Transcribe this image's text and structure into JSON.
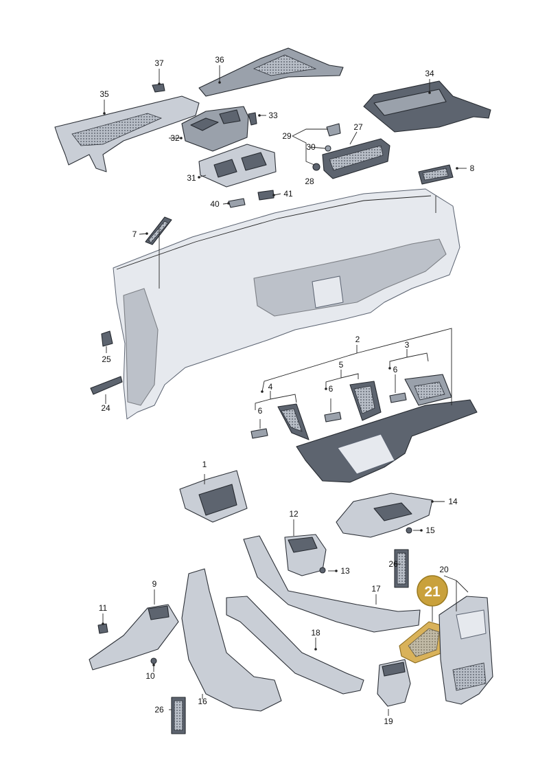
{
  "labels": [
    {
      "key": "1",
      "text": "1"
    },
    {
      "key": "2",
      "text": "2"
    },
    {
      "key": "3",
      "text": "3"
    },
    {
      "key": "4",
      "text": "4"
    },
    {
      "key": "5",
      "text": "5"
    },
    {
      "key": "6a",
      "text": "6"
    },
    {
      "key": "6b",
      "text": "6"
    },
    {
      "key": "6c",
      "text": "6"
    },
    {
      "key": "7",
      "text": "7"
    },
    {
      "key": "8",
      "text": "8"
    },
    {
      "key": "9",
      "text": "9"
    },
    {
      "key": "10",
      "text": "10"
    },
    {
      "key": "11",
      "text": "11"
    },
    {
      "key": "12",
      "text": "12"
    },
    {
      "key": "13",
      "text": "13"
    },
    {
      "key": "14",
      "text": "14"
    },
    {
      "key": "15",
      "text": "15"
    },
    {
      "key": "16",
      "text": "16"
    },
    {
      "key": "17",
      "text": "17"
    },
    {
      "key": "18",
      "text": "18"
    },
    {
      "key": "19",
      "text": "19"
    },
    {
      "key": "20",
      "text": "20"
    },
    {
      "key": "24",
      "text": "24"
    },
    {
      "key": "25",
      "text": "25"
    },
    {
      "key": "26a",
      "text": "26"
    },
    {
      "key": "26b",
      "text": "26"
    },
    {
      "key": "27",
      "text": "27"
    },
    {
      "key": "28",
      "text": "28"
    },
    {
      "key": "29",
      "text": "29"
    },
    {
      "key": "30",
      "text": "30"
    },
    {
      "key": "31",
      "text": "31"
    },
    {
      "key": "32",
      "text": "32"
    },
    {
      "key": "33",
      "text": "33"
    },
    {
      "key": "34",
      "text": "34"
    },
    {
      "key": "35",
      "text": "35"
    },
    {
      "key": "36",
      "text": "36"
    },
    {
      "key": "37",
      "text": "37"
    },
    {
      "key": "40",
      "text": "40"
    },
    {
      "key": "41",
      "text": "41"
    }
  ],
  "highlight": {
    "text": "21",
    "color": "#c9a13c",
    "text_color": "#ffffff"
  }
}
